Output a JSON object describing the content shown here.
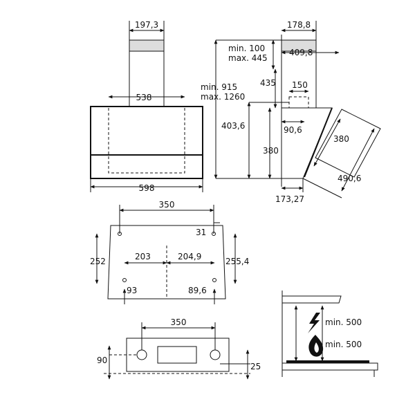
{
  "front_view": {
    "chimney_width": "197,3",
    "inner_width": "538",
    "hood_width": "598",
    "min_height": "min. 915",
    "max_height": "max. 1260"
  },
  "side_view": {
    "chimney_depth": "178,8",
    "chimney_min": "min. 100",
    "chimney_max": "max. 445",
    "depth_total": "409,8",
    "chimney_435": "435",
    "outlet_150": "150",
    "height_403": "403,6",
    "offset_90": "90,6",
    "height_380": "380",
    "panel_380": "380",
    "panel_490": "490,6",
    "bottom_173": "173,27"
  },
  "bracket_view": {
    "span_350": "350",
    "offset_31": "31",
    "height_252": "252",
    "left_203": "203",
    "right_204": "204,9",
    "height_255": "255,4",
    "low_93": "93",
    "low_89": "89,6"
  },
  "bottom_view": {
    "span_350": "350",
    "height_90": "90",
    "offset_25": "25"
  },
  "clearance": {
    "electric_min": "min. 500",
    "gas_min": "min. 500"
  },
  "icons": [
    "lightning-icon",
    "flame-icon"
  ]
}
